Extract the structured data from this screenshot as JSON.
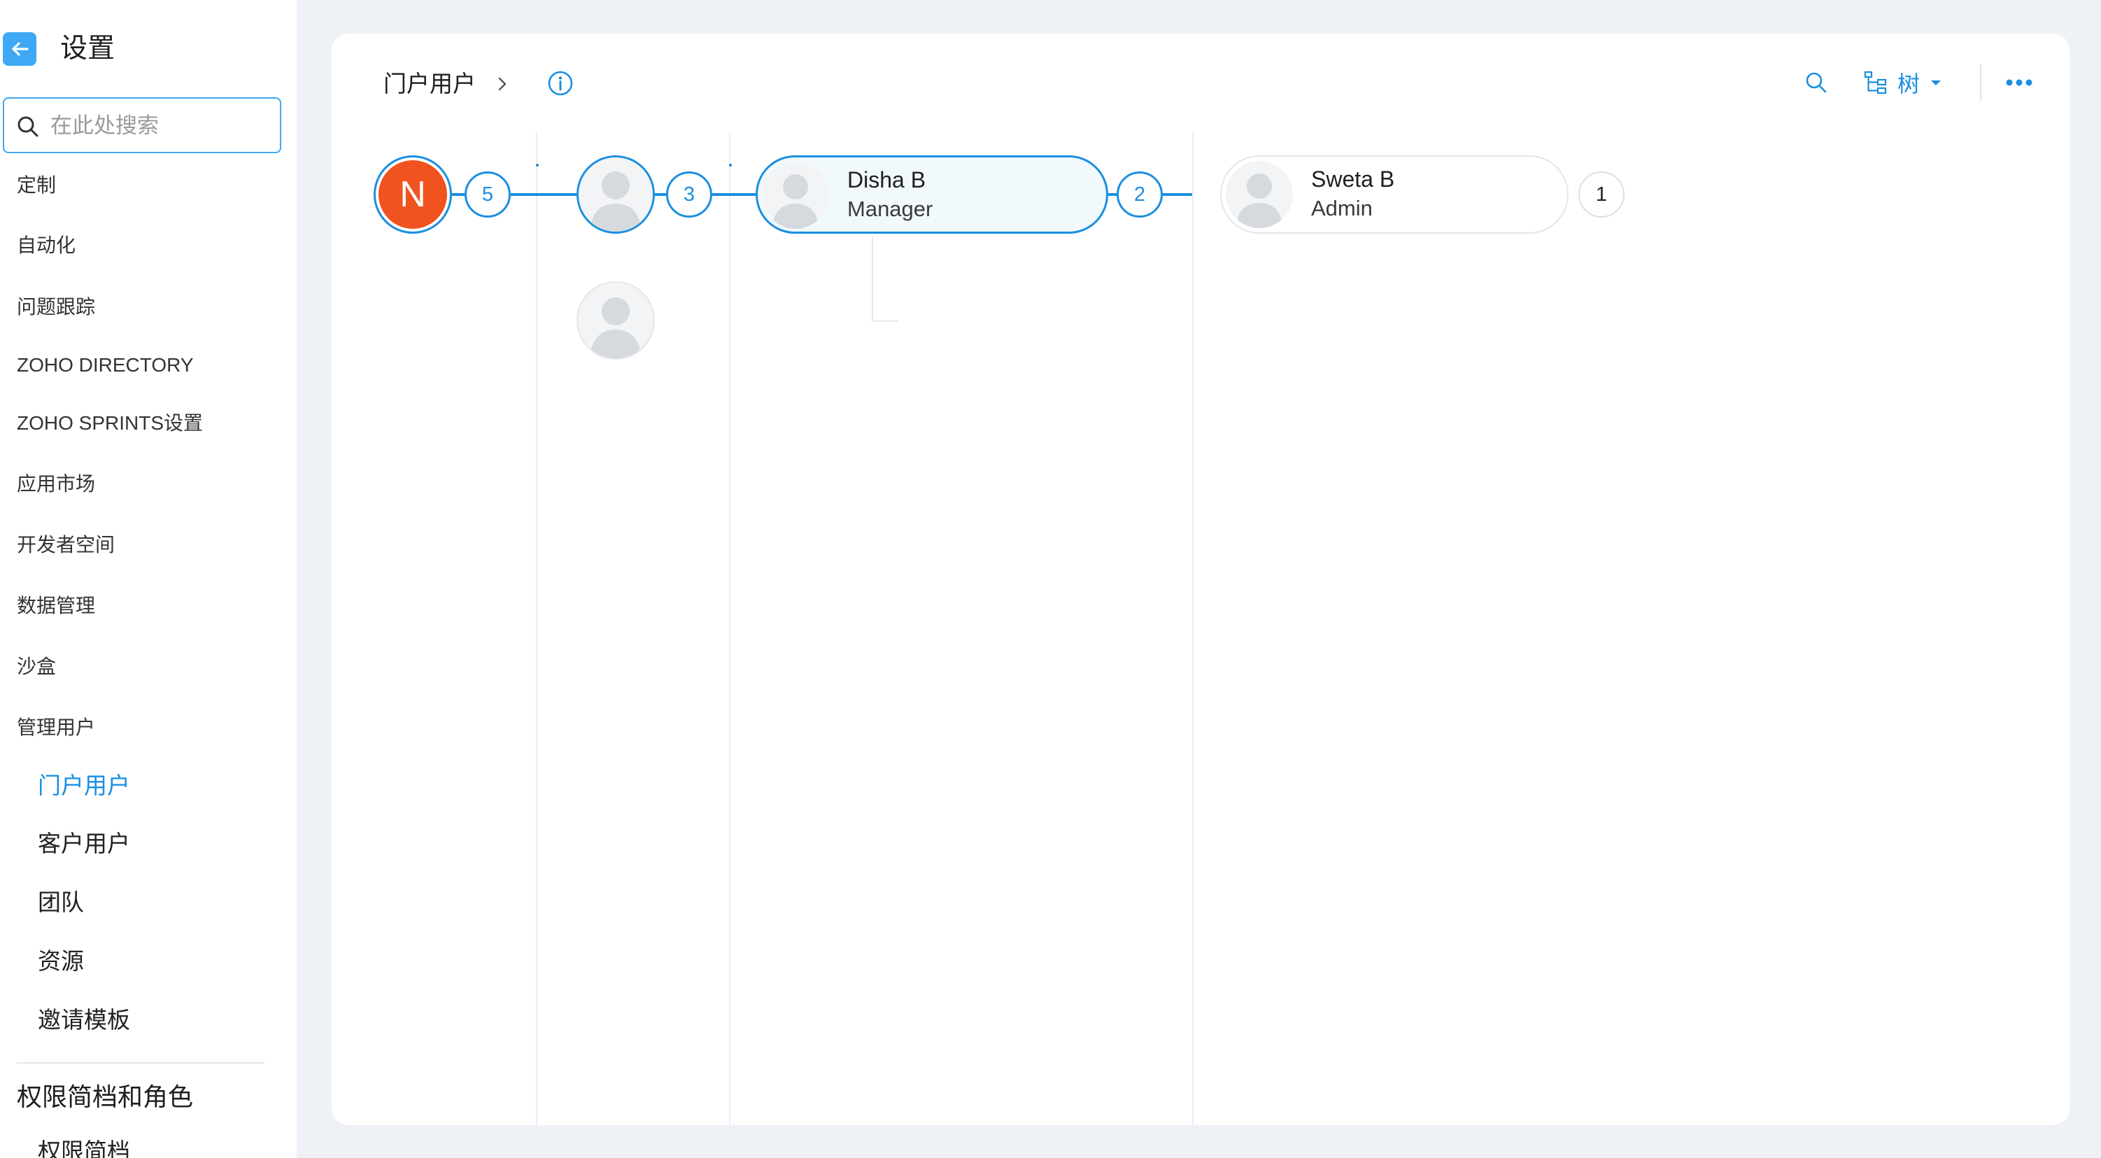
{
  "sidebar": {
    "title": "设置",
    "search_placeholder": "在此处搜索",
    "items": [
      {
        "label": "定制"
      },
      {
        "label": "自动化"
      },
      {
        "label": "问题跟踪"
      },
      {
        "label": "ZOHO DIRECTORY"
      },
      {
        "label": "ZOHO SPRINTS设置"
      },
      {
        "label": "应用市场"
      },
      {
        "label": "开发者空间"
      },
      {
        "label": "数据管理"
      },
      {
        "label": "沙盒"
      },
      {
        "label": "管理用户"
      }
    ],
    "sub_items": [
      {
        "label": "门户用户",
        "active": true
      },
      {
        "label": "客户用户"
      },
      {
        "label": "团队"
      },
      {
        "label": "资源"
      },
      {
        "label": "邀请模板"
      }
    ],
    "section_title": "权限简档和角色",
    "section_first_item": "权限简档"
  },
  "header": {
    "breadcrumb": "门户用户",
    "view_label": "树"
  },
  "tree": {
    "root": {
      "initial": "N",
      "count": "5"
    },
    "level1_count": "3",
    "selected": {
      "name": "Disha B",
      "role": "Manager",
      "count": "2"
    },
    "child": {
      "name": "Sweta B",
      "role": "Admin",
      "count": "1"
    }
  },
  "colors": {
    "accent": "#1a8fe0",
    "root_avatar": "#f0531f",
    "back_button": "#3ea8f5",
    "background": "#eef2f7"
  },
  "icons": [
    "back-arrow-icon",
    "search-icon",
    "chevron-right-icon",
    "info-icon",
    "tree-view-icon",
    "caret-down-icon",
    "more-icon",
    "avatar-placeholder-icon"
  ]
}
